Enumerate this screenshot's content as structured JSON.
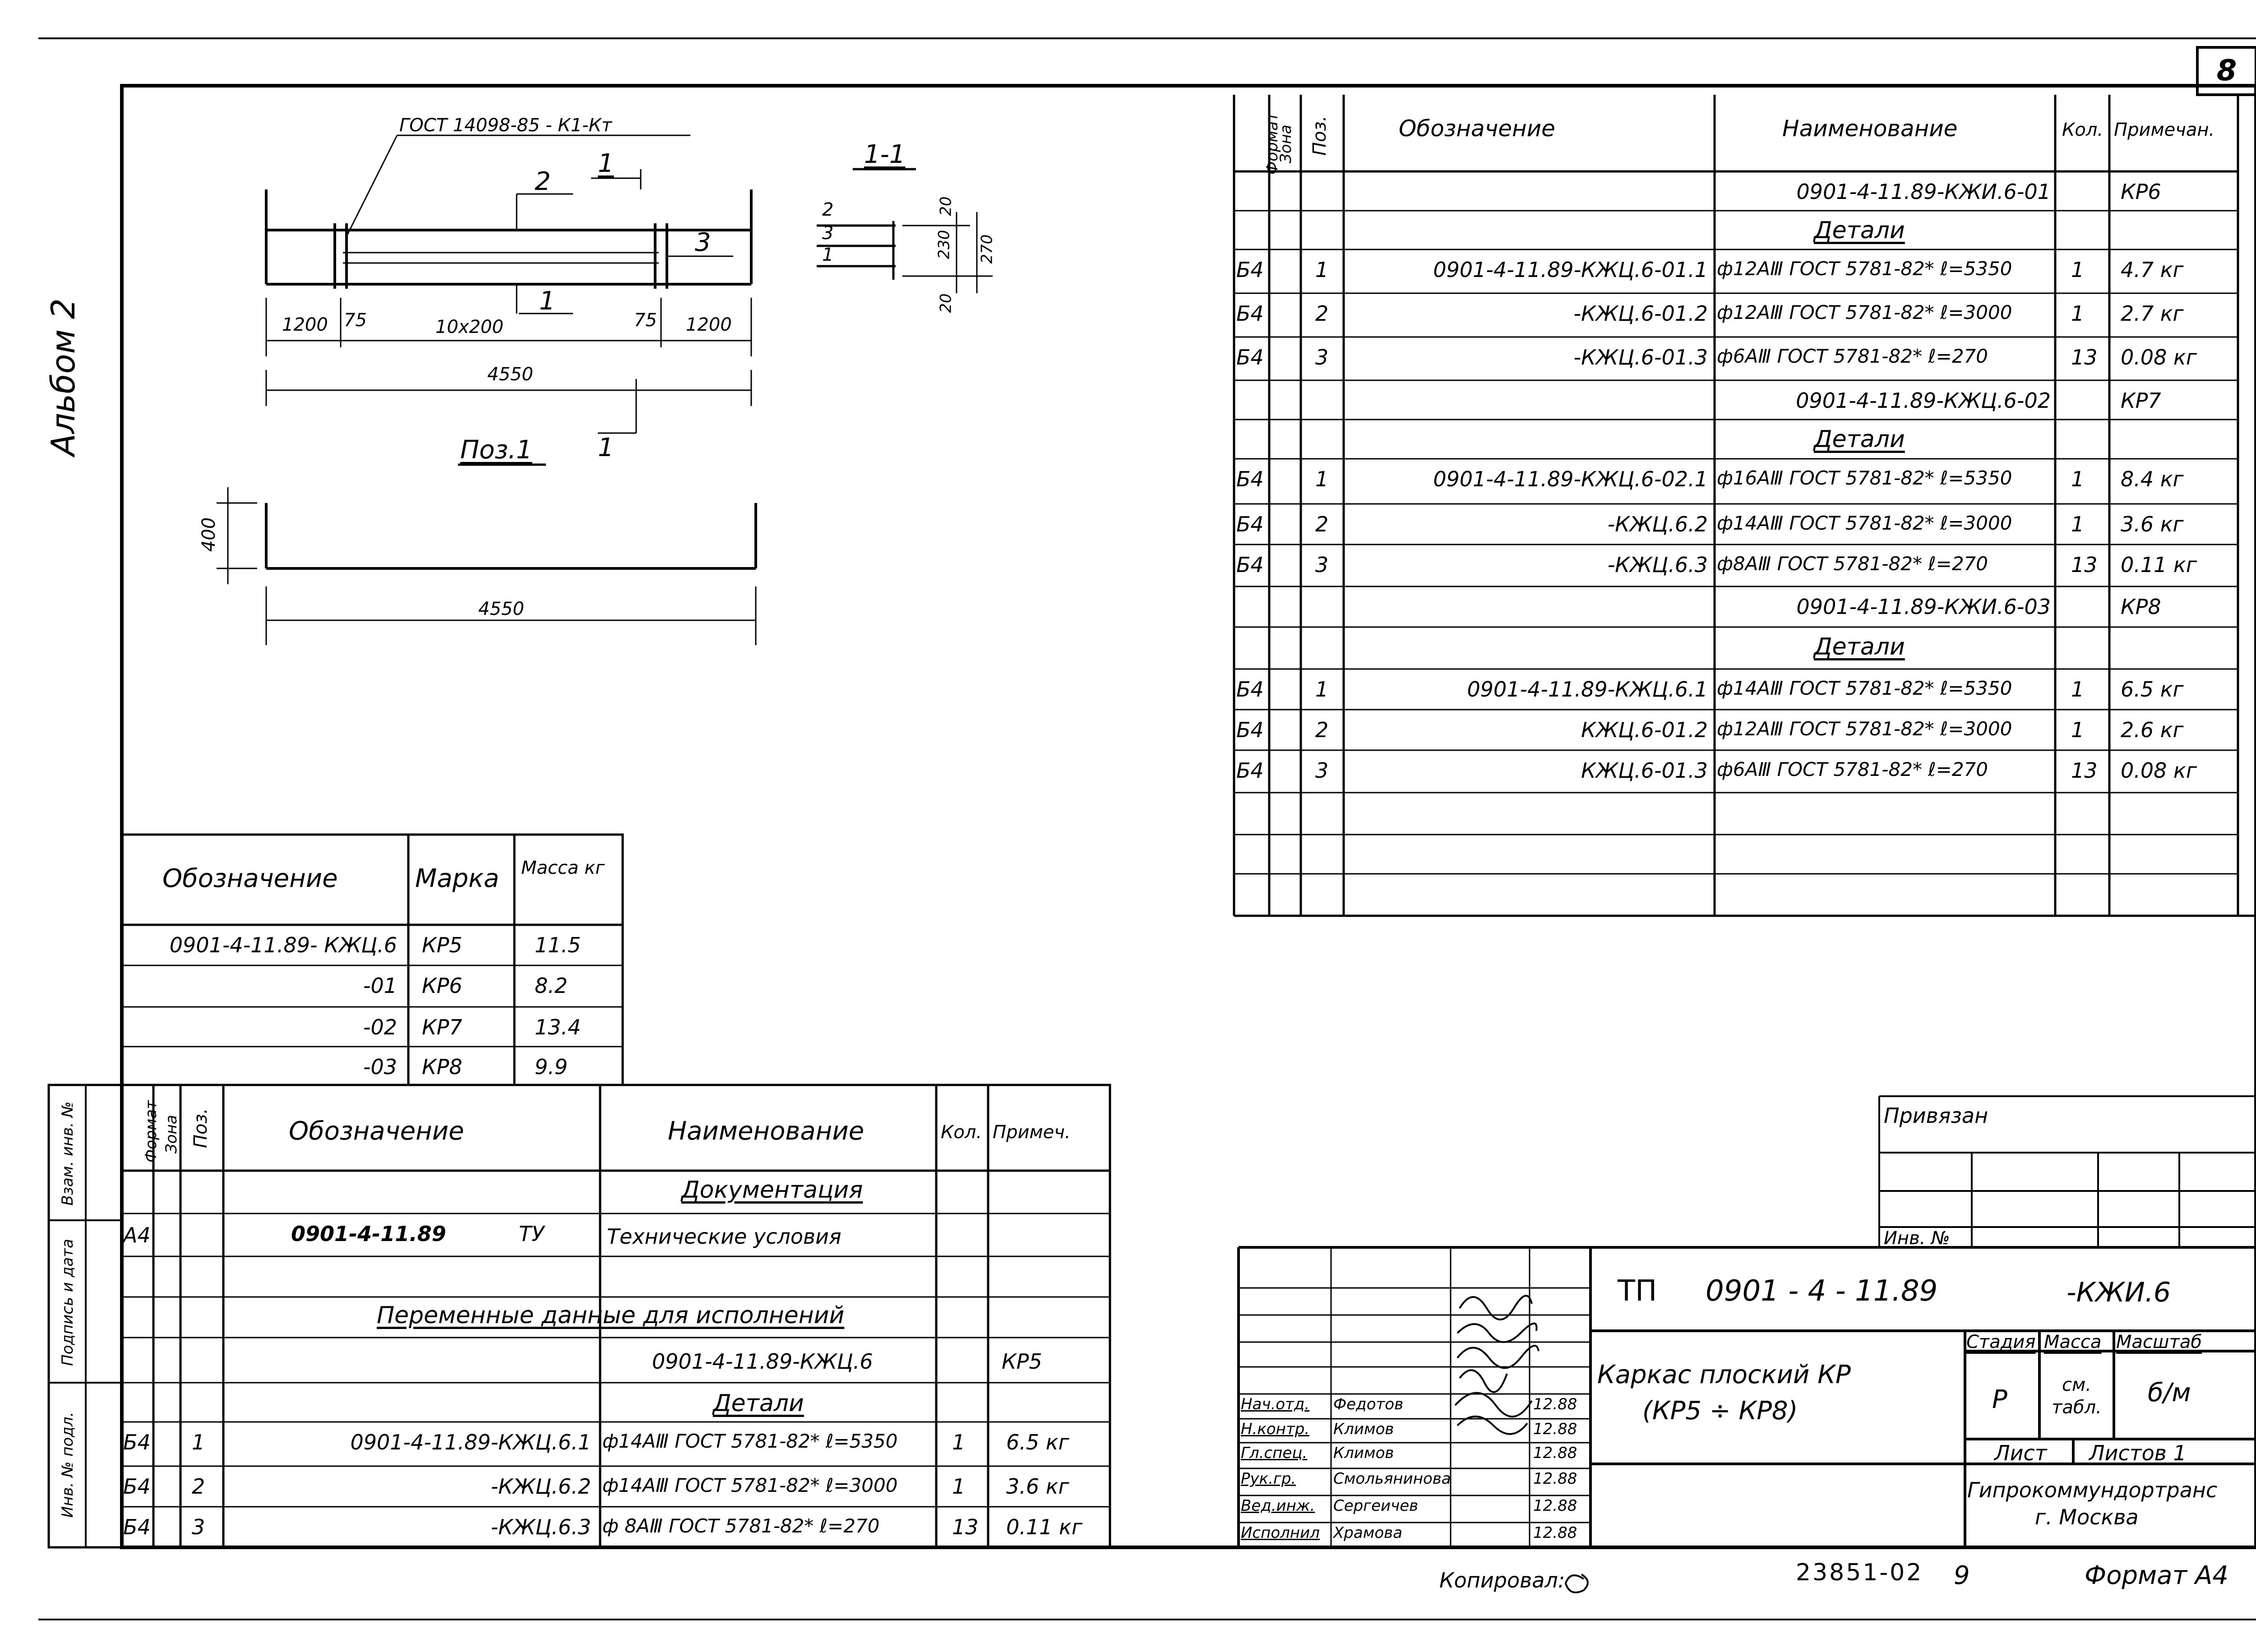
{
  "sheet_no": "8",
  "album": "Альбом 2",
  "drawing": {
    "gost_note": "ГОСТ 14098-85 - К1-Кт",
    "section_title": "1-1",
    "pos_title": "Поз.1",
    "marks": {
      "m1": "1",
      "m2": "2",
      "m3": "3"
    },
    "dims_top": [
      "1200",
      "75",
      "10x200",
      "75",
      "1200"
    ],
    "dim_total": "4550",
    "dim_total2": "4550",
    "dim_height": "400",
    "section_dims": [
      "20",
      "230",
      "270",
      "20"
    ]
  },
  "mass_table": {
    "headers": [
      "Обозначение",
      "Марка",
      "Масса кг"
    ],
    "rows": [
      {
        "code": "0901-4-11.89- КЖЦ.6",
        "mark": "КР5",
        "mass": "11.5"
      },
      {
        "code": "-01",
        "mark": "КР6",
        "mass": "8.2"
      },
      {
        "code": "-02",
        "mark": "КР7",
        "mass": "13.4"
      },
      {
        "code": "-03",
        "mark": "КР8",
        "mass": "9.9"
      }
    ]
  },
  "spec_right": {
    "headers": {
      "format": "Формат",
      "zone": "Зона",
      "pos": "Поз.",
      "designation": "Обозначение",
      "name": "Наименование",
      "qty": "Кол.",
      "note": "Примечан."
    },
    "rows": [
      {
        "f": "",
        "p": "",
        "d": "",
        "n": "0901-4-11.89-КЖИ.6-01",
        "q": "",
        "m": "КР6"
      },
      {
        "f": "",
        "p": "",
        "d": "",
        "n": "Детали",
        "q": "",
        "m": "",
        "u": true
      },
      {
        "f": "Б4",
        "p": "1",
        "d": "0901-4-11.89-КЖЦ.6-01.1",
        "n": "ф12АⅢ ГОСТ 5781-82* ℓ=5350",
        "q": "1",
        "m": "4.7 кг"
      },
      {
        "f": "Б4",
        "p": "2",
        "d": "-КЖЦ.6-01.2",
        "n": "ф12АⅢ ГОСТ 5781-82* ℓ=3000",
        "q": "1",
        "m": "2.7 кг"
      },
      {
        "f": "Б4",
        "p": "3",
        "d": "-КЖЦ.6-01.3",
        "n": "ф6АⅢ ГОСТ 5781-82* ℓ=270",
        "q": "13",
        "m": "0.08 кг"
      },
      {
        "f": "",
        "p": "",
        "d": "",
        "n": "0901-4-11.89-КЖЦ.6-02",
        "q": "",
        "m": "КР7"
      },
      {
        "f": "",
        "p": "",
        "d": "",
        "n": "Детали",
        "q": "",
        "m": "",
        "u": true
      },
      {
        "f": "Б4",
        "p": "1",
        "d": "0901-4-11.89-КЖЦ.6-02.1",
        "n": "ф16АⅢ ГОСТ 5781-82* ℓ=5350",
        "q": "1",
        "m": "8.4 кг"
      },
      {
        "f": "Б4",
        "p": "2",
        "d": "-КЖЦ.6.2",
        "n": "ф14АⅢ ГОСТ 5781-82* ℓ=3000",
        "q": "1",
        "m": "3.6 кг"
      },
      {
        "f": "Б4",
        "p": "3",
        "d": "-КЖЦ.6.3",
        "n": "ф8АⅢ ГОСТ 5781-82* ℓ=270",
        "q": "13",
        "m": "0.11 кг"
      },
      {
        "f": "",
        "p": "",
        "d": "",
        "n": "0901-4-11.89-КЖИ.6-03",
        "q": "",
        "m": "КР8"
      },
      {
        "f": "",
        "p": "",
        "d": "",
        "n": "Детали",
        "q": "",
        "m": "",
        "u": true
      },
      {
        "f": "Б4",
        "p": "1",
        "d": "0901-4-11.89-КЖЦ.6.1",
        "n": "ф14АⅢ ГОСТ 5781-82* ℓ=5350",
        "q": "1",
        "m": "6.5 кг"
      },
      {
        "f": "Б4",
        "p": "2",
        "d": "КЖЦ.6-01.2",
        "n": "ф12АⅢ ГОСТ 5781-82* ℓ=3000",
        "q": "1",
        "m": "2.6 кг"
      },
      {
        "f": "Б4",
        "p": "3",
        "d": "КЖЦ.6-01.3",
        "n": "ф6АⅢ ГОСТ 5781-82* ℓ=270",
        "q": "13",
        "m": "0.08 кг"
      }
    ]
  },
  "spec_left": {
    "headers": {
      "format": "Формат",
      "zone": "Зона",
      "pos": "Поз.",
      "designation": "Обозначение",
      "name": "Наименование",
      "qty": "Кол.",
      "note": "Примеч."
    },
    "section_doc": "Документация",
    "doc_row": {
      "f": "А4",
      "d": "0901-4-11.89",
      "d2": "ТУ",
      "n": "Технические условия"
    },
    "section_var": "Переменные данные для исполнений",
    "var_row": {
      "n": "0901-4-11.89-КЖЦ.6",
      "m": "КР5"
    },
    "section_det": "Детали",
    "rows": [
      {
        "f": "Б4",
        "p": "1",
        "d": "0901-4-11.89-КЖЦ.6.1",
        "n": "ф14АⅢ ГОСТ 5781-82* ℓ=5350",
        "q": "1",
        "m": "6.5 кг"
      },
      {
        "f": "Б4",
        "p": "2",
        "d": "-КЖЦ.6.2",
        "n": "ф14АⅢ ГОСТ 5781-82* ℓ=3000",
        "q": "1",
        "m": "3.6 кг"
      },
      {
        "f": "Б4",
        "p": "3",
        "d": "-КЖЦ.6.3",
        "n": "ф 8АⅢ ГОСТ 5781-82* ℓ=270",
        "q": "13",
        "m": "0.11 кг"
      }
    ]
  },
  "side_labels": [
    "Взам. инв. №",
    "Подпись и дата",
    "Инв. № подл."
  ],
  "attached": {
    "label": "Привязан",
    "inv": "Инв. №"
  },
  "title_block": {
    "tp": "ТП",
    "code": "0901 - 4 - 11.89",
    "doc": "-КЖИ.6",
    "name_line1": "Каркас плоский КР",
    "name_line2": "(КР5 ÷ КР8)",
    "stage_h": "Стадия",
    "mass_h": "Масса",
    "scale_h": "Масштаб",
    "stage": "Р",
    "mass": "см. табл.",
    "scale": "б/м",
    "sheet_h": "Лист",
    "sheets_h": "Листов 1",
    "org1": "Гипрокоммундортранс",
    "org2": "г. Москва",
    "staff": [
      {
        "role": "Нач.отд.",
        "name": "Федотов",
        "date": "12.88"
      },
      {
        "role": "Н.контр.",
        "name": "Климов",
        "date": "12.88"
      },
      {
        "role": "Гл.спец.",
        "name": "Климов",
        "date": "12.88"
      },
      {
        "role": "Рук.гр.",
        "name": "Смольянинова",
        "date": "12.88"
      },
      {
        "role": "Вед.инж.",
        "name": "Сергеичев",
        "date": "12.88"
      },
      {
        "role": "Исполнил",
        "name": "Храмова",
        "date": "12.88"
      }
    ]
  },
  "footer": {
    "copied": "Копировал:",
    "number": "23851-02",
    "num2": "9",
    "format": "Формат А4"
  }
}
